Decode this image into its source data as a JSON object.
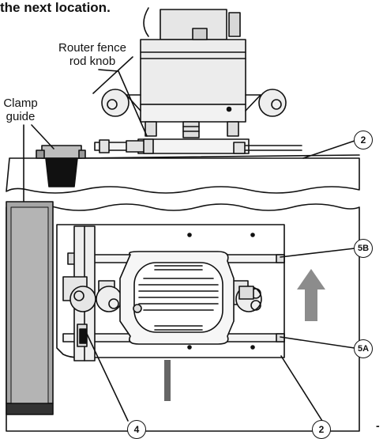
{
  "caption": "the next location.",
  "labels": {
    "router_fence_rod_knob": "Router fence\nrod knob",
    "clamp_guide": "Clamp\nguide"
  },
  "callouts": {
    "top_part": "2",
    "rod_upper": "5B",
    "rod_lower": "5A",
    "clamp_screw": "4",
    "bottom_part": "2"
  },
  "trailing_mark": "-",
  "colors": {
    "line": "#111111",
    "grey_fill": "#9a9a9a",
    "light_grey": "#c4c4c4",
    "arrow": "#8c8c8c"
  }
}
